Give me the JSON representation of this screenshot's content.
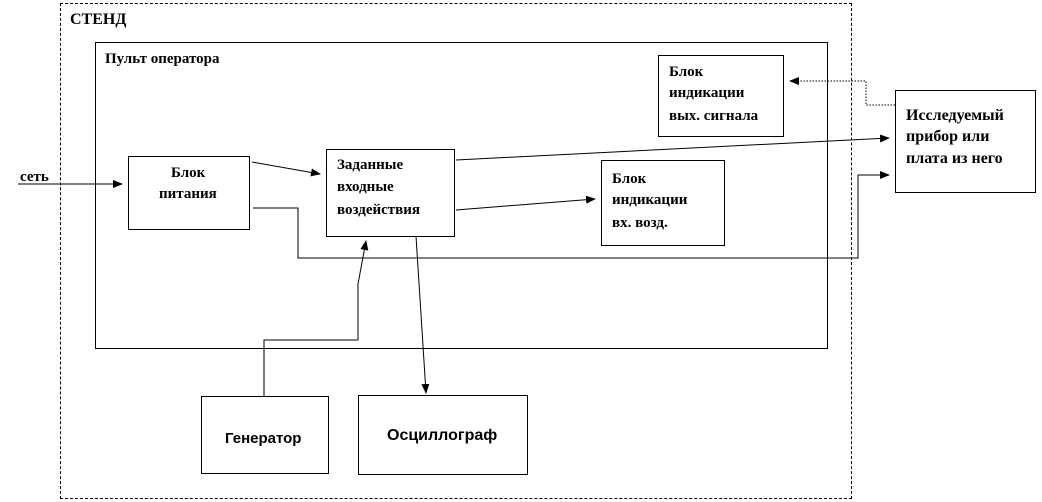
{
  "stand": {
    "title": "СТЕНД"
  },
  "operator_panel": {
    "title": "Пульт оператора"
  },
  "blocks": {
    "output_indicator": [
      "Блок",
      "индикации",
      "вых. сигнала"
    ],
    "device_under_test": [
      "Исследуемый",
      "прибор или",
      "плата из него"
    ],
    "power_supply": [
      "Блок",
      "питания"
    ],
    "input_actions": [
      "Заданные",
      "входные",
      "воздействия"
    ],
    "input_indicator": [
      "Блок",
      "индикации",
      "вх. возд."
    ],
    "generator": "Генератор",
    "oscilloscope": "Осциллограф"
  },
  "mains": {
    "label": "сеть"
  }
}
